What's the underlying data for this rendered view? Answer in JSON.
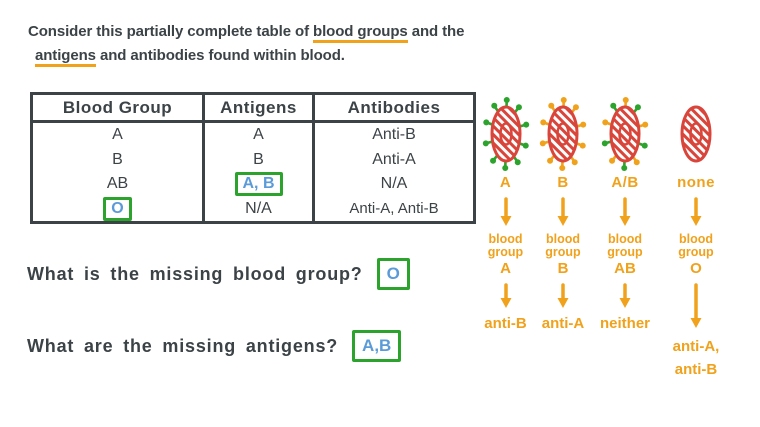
{
  "colors": {
    "ink": "#3c4347",
    "orange": "#f0a21c",
    "red": "#d9453a",
    "green": "#2ca32c",
    "blue": "#5b9bd8"
  },
  "title": {
    "line1_pre": "Consider this partially complete table of ",
    "line1_underlined": "blood groups",
    "line1_post": " and the",
    "line2_underlined": "antigens",
    "line2_post": " and antibodies found within blood."
  },
  "table": {
    "headers": [
      "Blood Group",
      "Antigens",
      "Antibodies"
    ],
    "rows": [
      {
        "blood_group": "A",
        "antigens": "A",
        "antibodies": "Anti-B"
      },
      {
        "blood_group": "B",
        "antigens": "B",
        "antibodies": "Anti-A"
      },
      {
        "blood_group": "AB",
        "antigens_boxed": "A, B",
        "antibodies": "N/A"
      },
      {
        "blood_group_boxed": "O",
        "antigens": "N/A",
        "antibodies": "Anti-A, Anti-B"
      }
    ]
  },
  "questions": [
    {
      "text": "What is the missing blood group?",
      "answer": "O"
    },
    {
      "text": "What are the missing antigens?",
      "answer": "A,B"
    }
  ],
  "diagram": {
    "caption_line1": "blood",
    "caption_line2": "group",
    "columns": [
      {
        "antigen_label": "A",
        "cell_antigens": "green",
        "group_letter": "A",
        "result": "anti-B"
      },
      {
        "antigen_label": "B",
        "cell_antigens": "orange",
        "group_letter": "B",
        "result": "anti-A"
      },
      {
        "antigen_label": "A/B",
        "cell_antigens": "mixed",
        "group_letter": "AB",
        "result": "neither"
      },
      {
        "antigen_label": "none",
        "cell_antigens": "none",
        "group_letter": "O",
        "result_line1": "anti-A,",
        "result_line2": "anti-B"
      }
    ]
  }
}
